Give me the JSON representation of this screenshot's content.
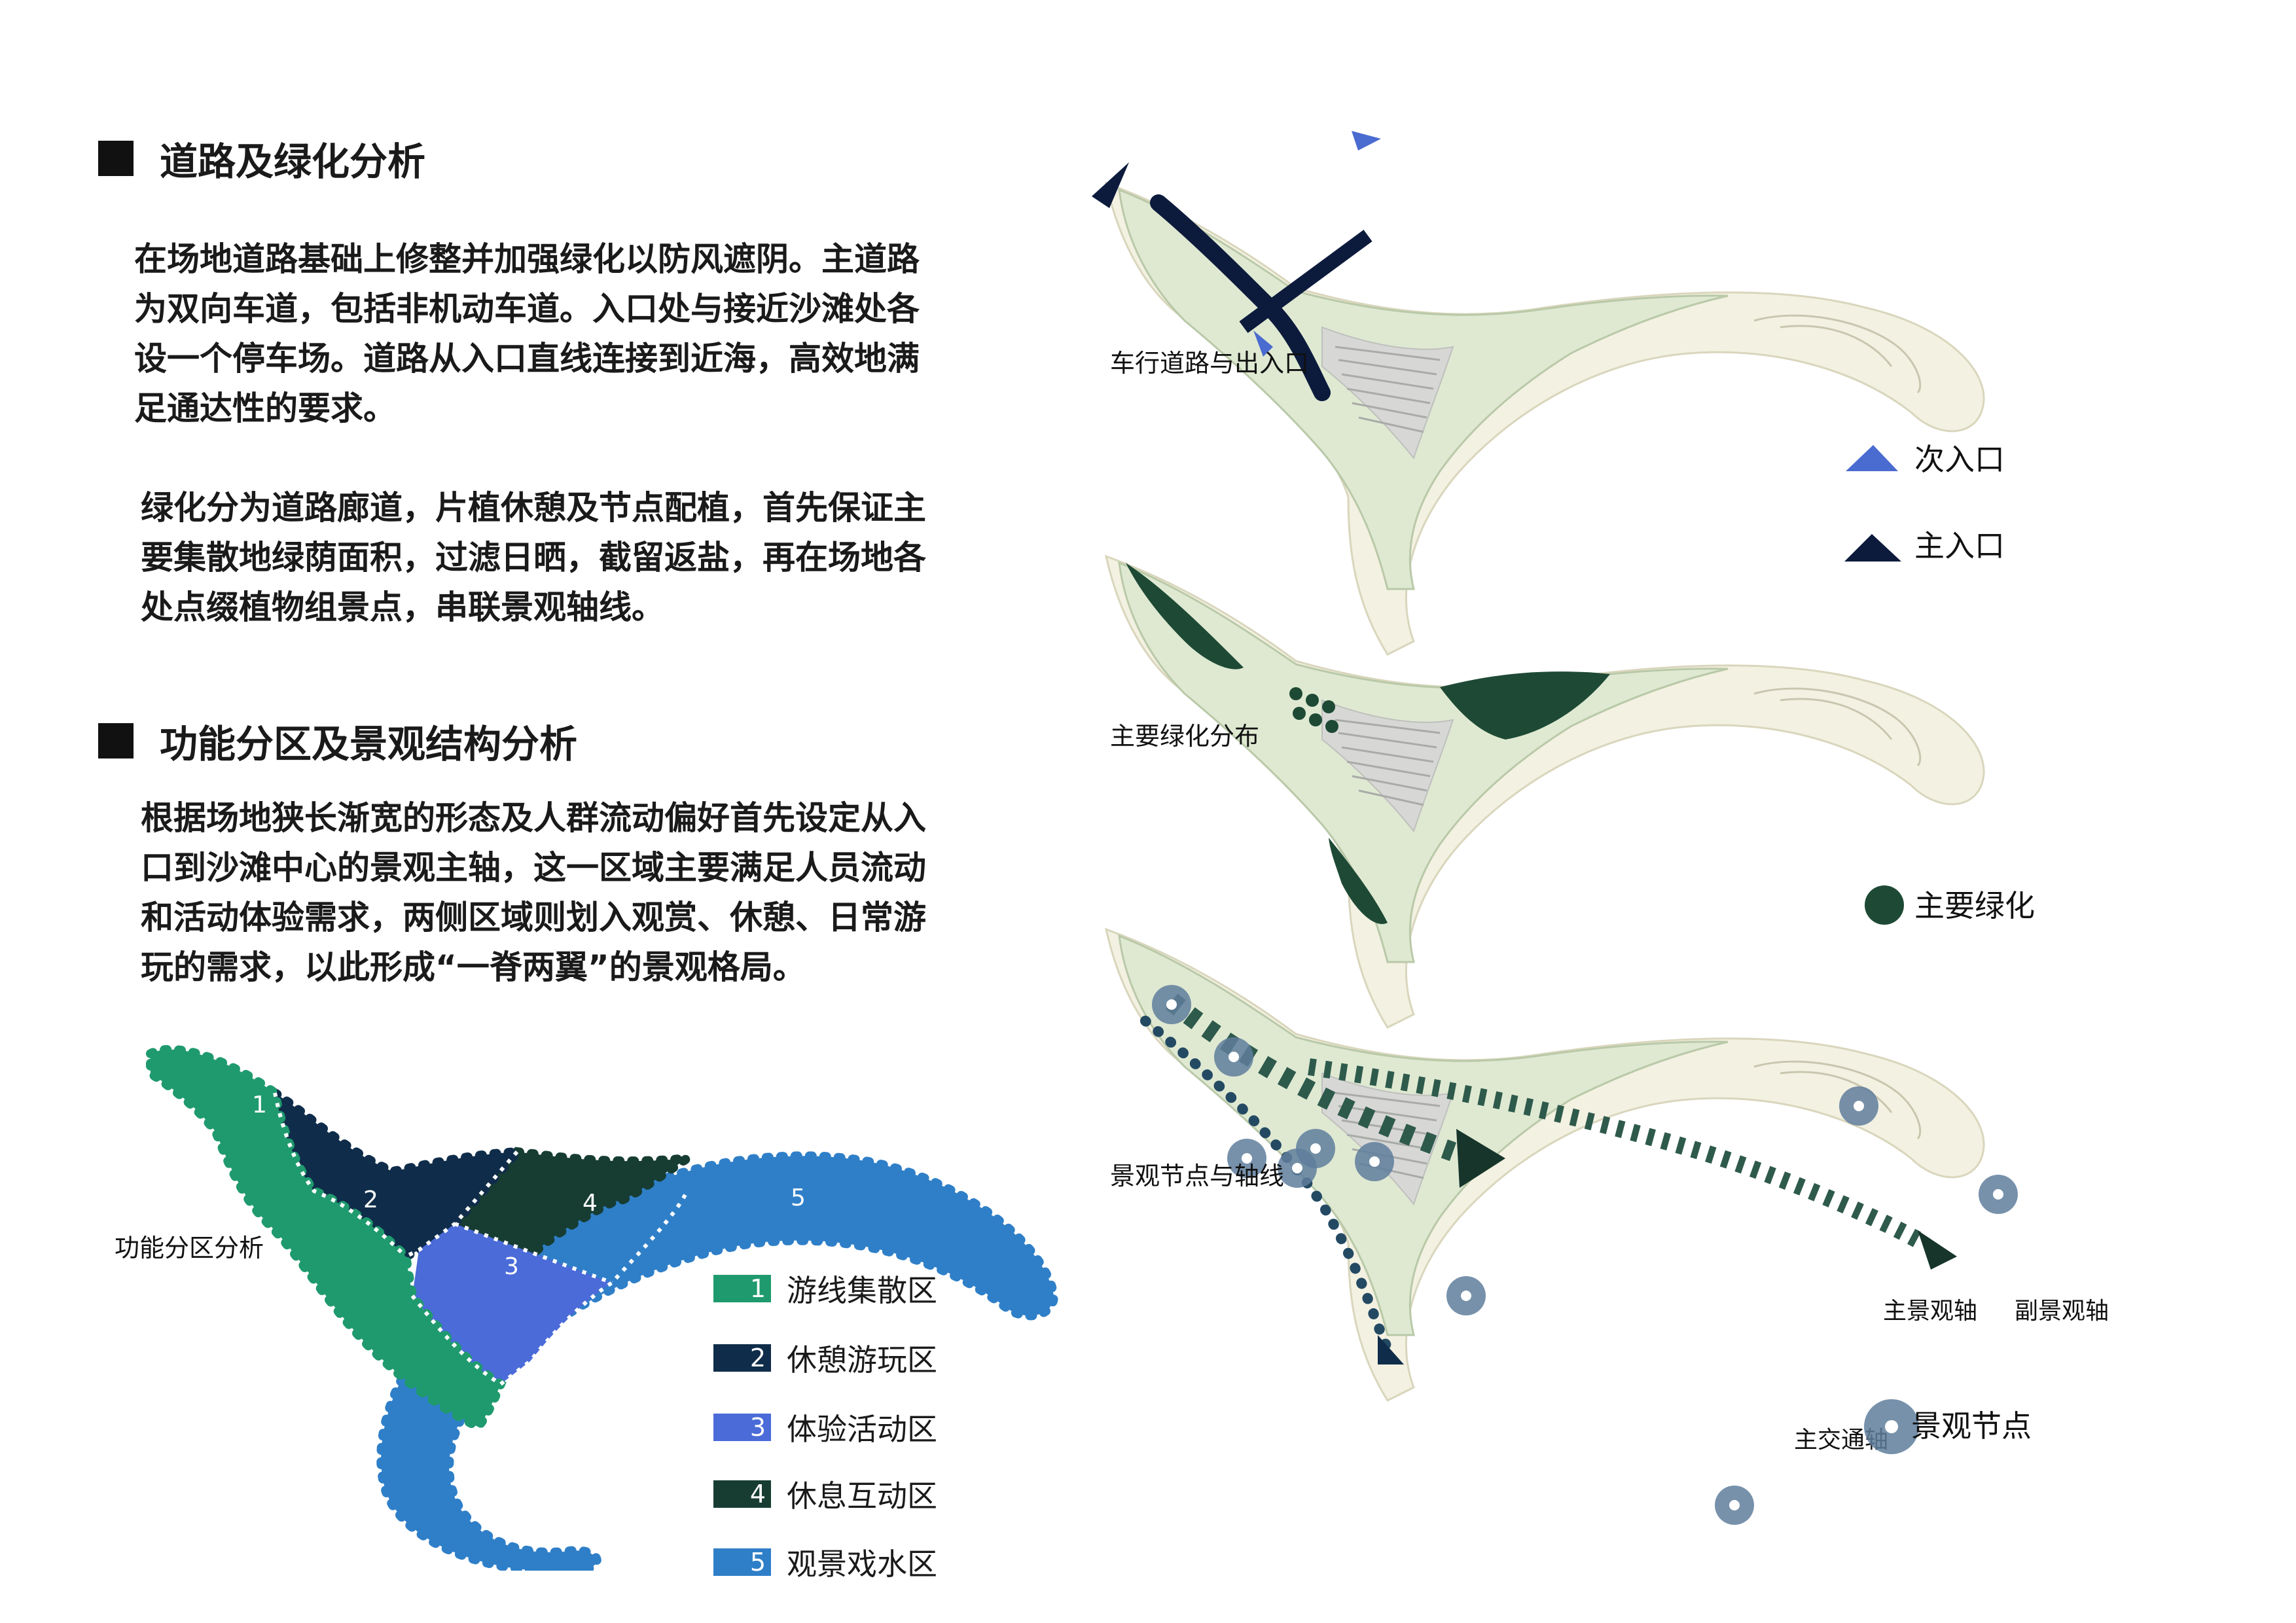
{
  "section1": {
    "heading": "道路及绿化分析",
    "para1": "在场地道路基础上修整并加强绿化以防风遮阴。主道路\n为双向车道，包括非机动车道。入口处与接近沙滩处各\n设一个停车场。道路从入口直线连接到近海，高效地满\n足通达性的要求。",
    "para2": "绿化分为道路廊道，片植休憩及节点配植，首先保证主\n要集散地绿荫面积，过滤日晒，截留返盐，再在场地各\n处点缀植物组景点，串联景观轴线。"
  },
  "section2": {
    "heading": "功能分区及景观结构分析",
    "para": "根据场地狭长渐宽的形态及人群流动偏好首先设定从入\n口到沙滩中心的景观主轴，这一区域主要满足人员流动\n和活动体验需求，两侧区域则划入观赏、休憩、日常游\n玩的需求，以此形成“一脊两翼”的景观格局。"
  },
  "zoning_map": {
    "label": "功能分区分析",
    "zones": [
      {
        "num": "1",
        "name": "游线集散区",
        "color": "#1f9a6e"
      },
      {
        "num": "2",
        "name": "休憩游玩区",
        "color": "#0f2d4a"
      },
      {
        "num": "3",
        "name": "体验活动区",
        "color": "#4a6bd8"
      },
      {
        "num": "4",
        "name": "休息互动区",
        "color": "#173d33"
      },
      {
        "num": "5",
        "name": "观景戏水区",
        "color": "#2f7fc8"
      }
    ]
  },
  "panels": {
    "roads": {
      "label": "车行道路与出入口",
      "legend_secondary": "次入口",
      "legend_main": "主入口",
      "secondary_color": "#4a6bd0",
      "main_color": "#0c1a3c"
    },
    "greening": {
      "label": "主要绿化分布",
      "legend": "主要绿化",
      "color": "#1e4a35"
    },
    "nodes": {
      "label": "景观节点与轴线",
      "main_axis": "主景观轴",
      "sub_axis": "副景观轴",
      "traffic_axis": "主交通轴",
      "node_legend": "景观节点",
      "axis_color": "#2e5a4c",
      "traffic_color": "#244a63",
      "node_color": "#5f7e9c"
    }
  }
}
